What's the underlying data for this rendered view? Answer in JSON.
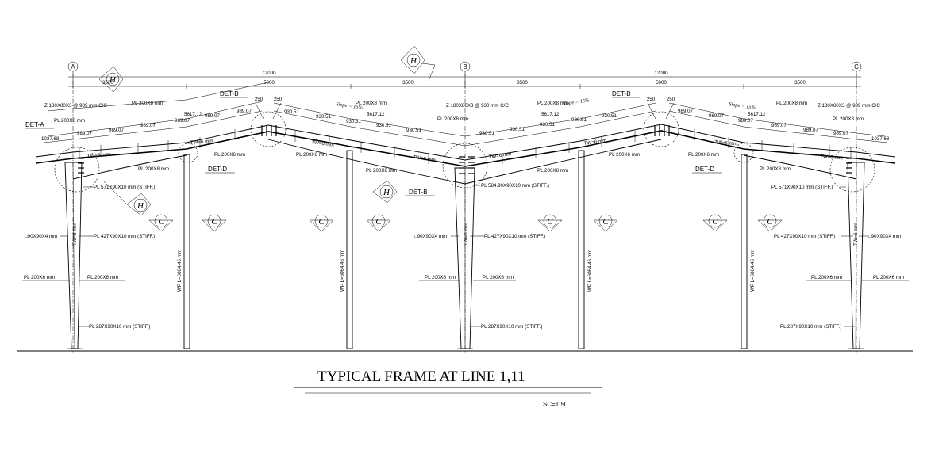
{
  "title": "TYPICAL FRAME AT LINE   1,11",
  "scale": "SC=1:50",
  "grid_labels": [
    "A",
    "B",
    "C"
  ],
  "spans": [
    "12000",
    "12000"
  ],
  "sub_dims": [
    "3500",
    "5000",
    "3500",
    "3500",
    "5000",
    "3500"
  ],
  "detail_labels": {
    "det_a": "DET-A",
    "det_b1": "DET-B",
    "det_b2": "DET-B",
    "det_b3": "DET-B",
    "det_d1": "DET-D",
    "det_d2": "DET-D"
  },
  "section_tags": {
    "h": "H",
    "c": "C"
  },
  "purlin_labels": {
    "p1": "Z 180X80X3 @ 989 mm C/C",
    "p2": "Z 180X80X3 @ 930 mm C/C",
    "p3": "Z 180X80X3 @ 989 mm C/C"
  },
  "slope_labels": [
    "Slope = 15%",
    "Slope = 15%",
    "Slope = 15%"
  ],
  "dim_values": {
    "d1037": "1037.68",
    "d989": "989.07",
    "d930": "930.51",
    "d5617": "5617.12",
    "d250": "250"
  },
  "plate_labels": {
    "pl200x8": "PL 200X8 mm",
    "pl200x6": "PL 200X6 mm",
    "pl571": "PL 571X90X10 mm (STIFF.)",
    "pl584": "PL 584.90X90X10 mm (STIFF.)",
    "pl427": "PL 427X90X10 mm (STIFF.)",
    "pl287": "PL 287X90X10 mm (STIFF.)",
    "box": "□90X90X4 mm",
    "tw": "TW=6 mm"
  },
  "column_wp": "WP L=6064.46 mm"
}
